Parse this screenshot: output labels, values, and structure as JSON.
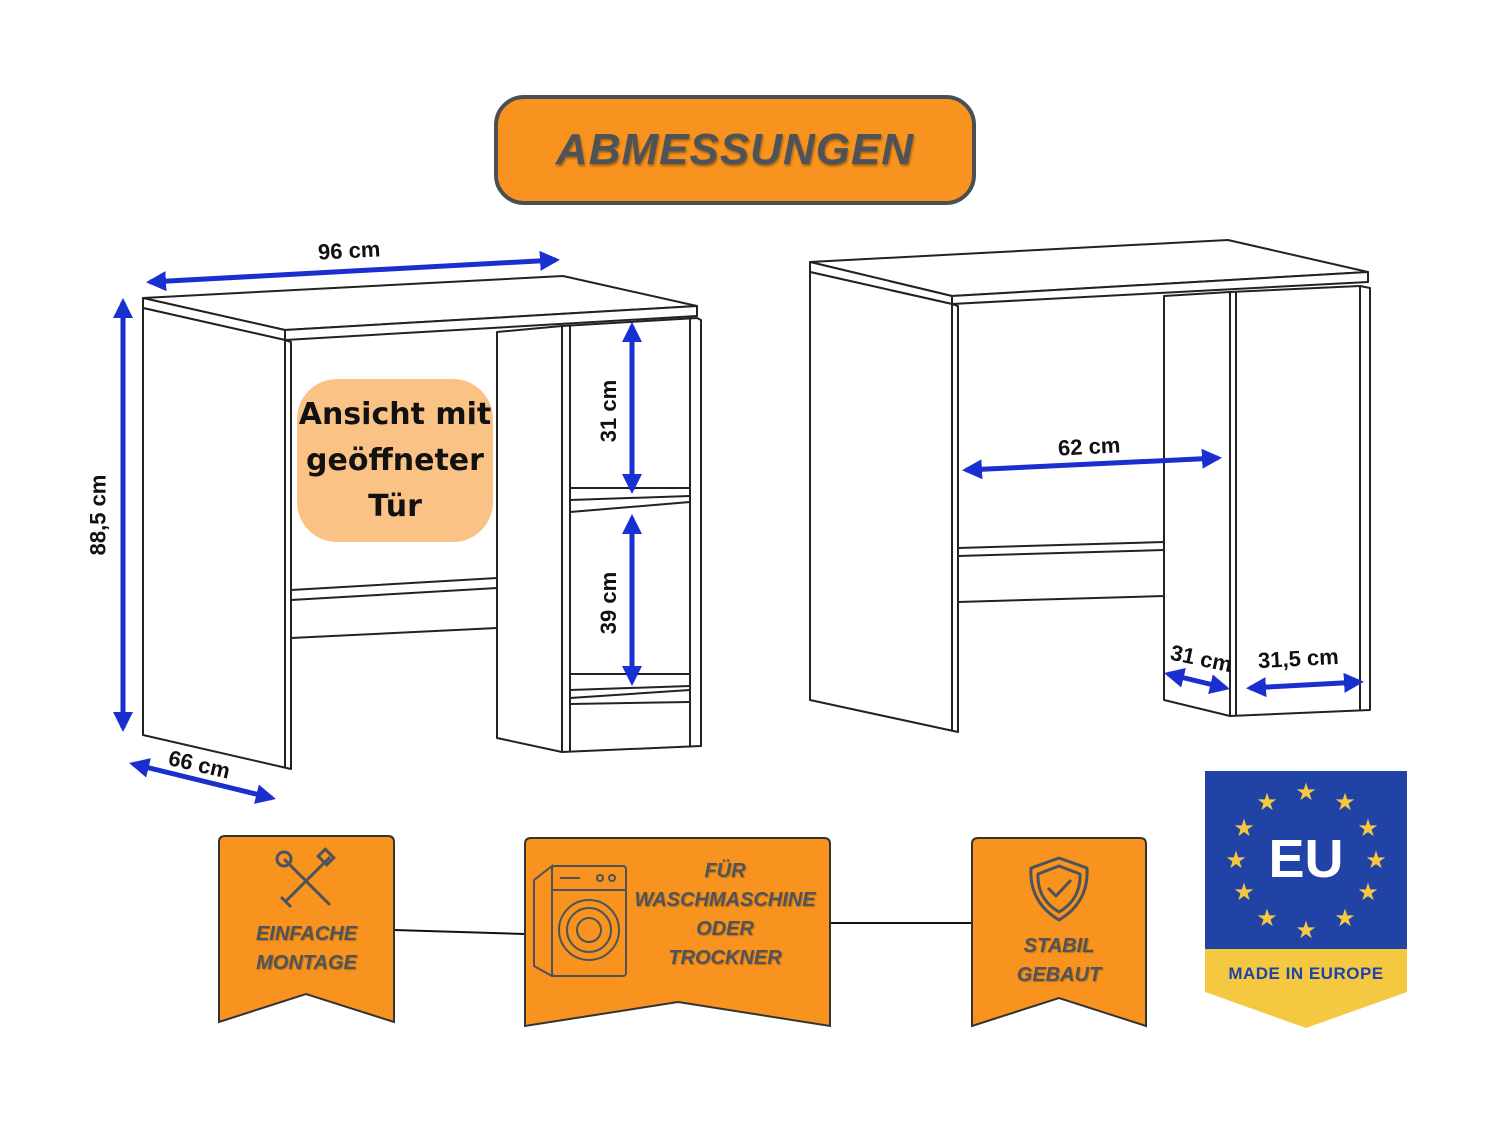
{
  "title": "ABMESSUNGEN",
  "dimensions": {
    "width": "96 cm",
    "height": "88,5 cm",
    "depth": "66 cm",
    "upper_shelf": "31 cm",
    "lower_shelf": "39 cm",
    "inner_width": "62 cm",
    "column_depth": "31 cm",
    "door_width": "31,5 cm"
  },
  "view_note": "Ansicht mit\ngeöffneter\nTür",
  "features": [
    {
      "label": "EINFACHE\nMONTAGE",
      "icon": "tools-icon"
    },
    {
      "label": "FÜR\nWASCHMASCHINE\nODER\nTROCKNER",
      "icon": "washing-machine-icon"
    },
    {
      "label": "STABIL\nGEBAUT",
      "icon": "shield-check-icon"
    }
  ],
  "badge": {
    "code": "EU",
    "caption": "MADE IN EUROPE"
  },
  "colors": {
    "accent": "#f7931e",
    "arrow": "#1a2fd0",
    "eu_blue": "#2143a6",
    "eu_gold": "#f5c842"
  }
}
